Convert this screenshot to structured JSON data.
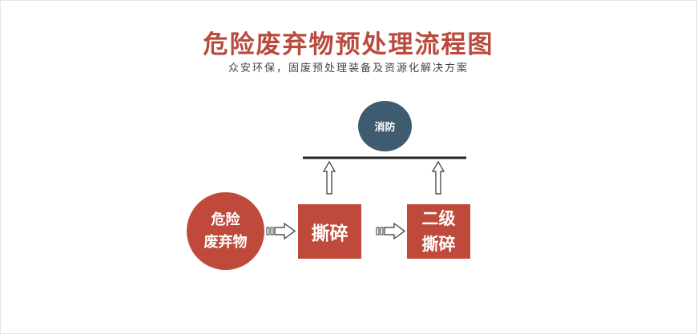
{
  "header": {
    "title": "危险废弃物预处理流程图",
    "subtitle": "众安环保，固废预处理装备及资源化解决方案"
  },
  "nodes": {
    "fire": "消防",
    "hazardous_waste": "危险\n废弃物",
    "shred": "撕碎",
    "secondary_shred": "二级\n撕碎"
  },
  "colors": {
    "title": "#b94a3c",
    "node_red": "#bf4a3b",
    "node_blue": "#3f5b70"
  }
}
